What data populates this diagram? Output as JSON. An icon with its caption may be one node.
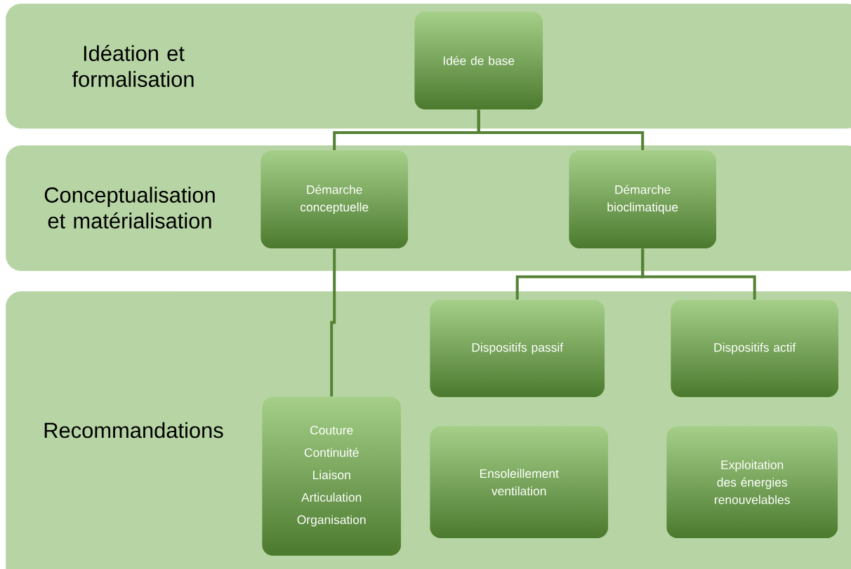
{
  "diagram": {
    "nodes": [
      {
        "text": [
          "Idéation et formalisation"
        ]
      },
      {
        "text": [
          "Idée de base"
        ],
        "in": 0
      },
      {
        "text": [
          "Conceptualisation et matérialisation"
        ]
      },
      {
        "text": [
          "Démarche conceptuelle"
        ],
        "in": 2
      },
      {
        "text": [
          "Démarche bioclimatique"
        ],
        "in": 2
      },
      {
        "text": [
          "Recommandations"
        ]
      },
      {
        "text": [
          "Dispositifs passif"
        ],
        "in": 5
      },
      {
        "text": [
          "Dispositifs actif"
        ],
        "in": 5
      },
      {
        "text": [
          "Couture",
          "Continuité",
          "Liaison",
          "Articulation",
          "Organisation"
        ],
        "in": 5
      },
      {
        "text": [
          "Ensoleillement ventilation"
        ],
        "in": 5
      },
      {
        "text": [
          "Exploitation des énergies renouvelables"
        ],
        "in": 5
      }
    ],
    "edges": [
      {
        "from": 1,
        "to": 3,
        "arrow": "none"
      },
      {
        "from": 1,
        "to": 4,
        "arrow": "none"
      },
      {
        "from": 3,
        "to": 8,
        "arrow": "none"
      },
      {
        "from": 4,
        "to": 6,
        "arrow": "none"
      },
      {
        "from": 4,
        "to": 7,
        "arrow": "none"
      }
    ]
  }
}
